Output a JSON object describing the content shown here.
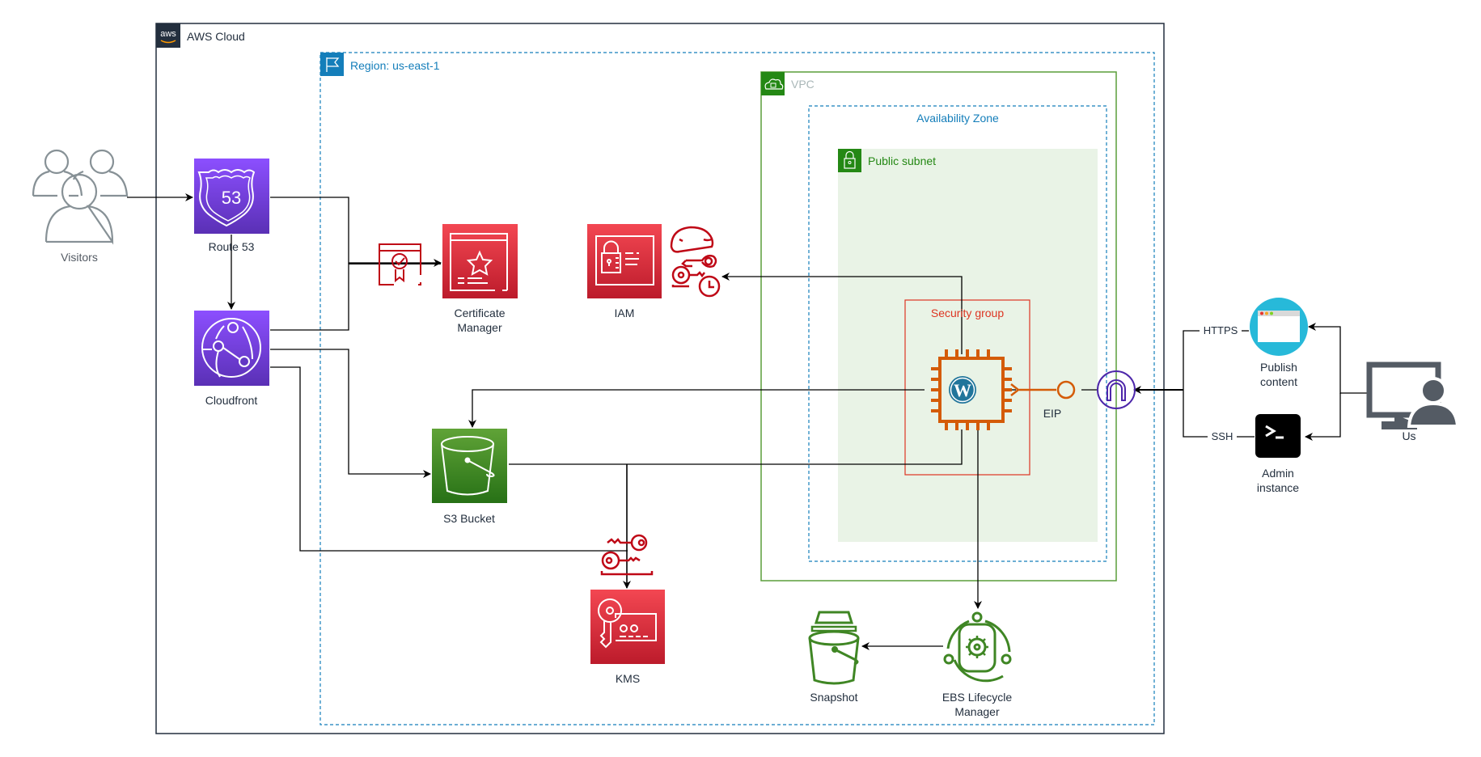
{
  "groups": {
    "aws_cloud": {
      "label": "AWS Cloud",
      "badge": "aws",
      "color": "#232f3e"
    },
    "region": {
      "label": "Region: us-east-1",
      "color": "#147eba"
    },
    "vpc": {
      "label": "VPC",
      "color": "#5a9e3a"
    },
    "availability_zone": {
      "label": "Availability Zone",
      "color": "#147eba"
    },
    "public_subnet": {
      "label": "Public subnet",
      "color": "#248814",
      "fill": "#e9f3e6"
    },
    "security_group": {
      "label": "Security group",
      "color": "#dd3522"
    }
  },
  "nodes": {
    "visitors": {
      "label": "Visitors"
    },
    "route53": {
      "label": "Route 53",
      "icon_text": "53"
    },
    "cloudfront": {
      "label": "Cloudfront"
    },
    "certificate_manager": {
      "label": "Certificate\nManager"
    },
    "iam": {
      "label": "IAM"
    },
    "s3_bucket": {
      "label": "S3 Bucket"
    },
    "kms": {
      "label": "KMS"
    },
    "ec2_wordpress": {
      "label": ""
    },
    "eip": {
      "label": "EIP"
    },
    "snapshot": {
      "label": "Snapshot"
    },
    "ebs_lifecycle_manager": {
      "label": "EBS  Lifecycle\nManager"
    },
    "publish_content": {
      "label": "Publish\ncontent"
    },
    "admin_instance": {
      "label": "Admin\ninstance"
    },
    "us": {
      "label": "Us"
    }
  },
  "edges": {
    "https_label": "HTTPS",
    "ssh_label": "SSH"
  },
  "colors": {
    "purple_top": "#8c4fff",
    "purple_bottom": "#5a30b5",
    "red_top": "#f34752",
    "red_bottom": "#bc1b2b",
    "green_top": "#60a337",
    "green_bottom": "#277116",
    "ec2_orange": "#d45b07",
    "igw_purple": "#4d27aa",
    "wordpress_blue": "#21759b",
    "browser_cyan": "#27b9d9"
  }
}
